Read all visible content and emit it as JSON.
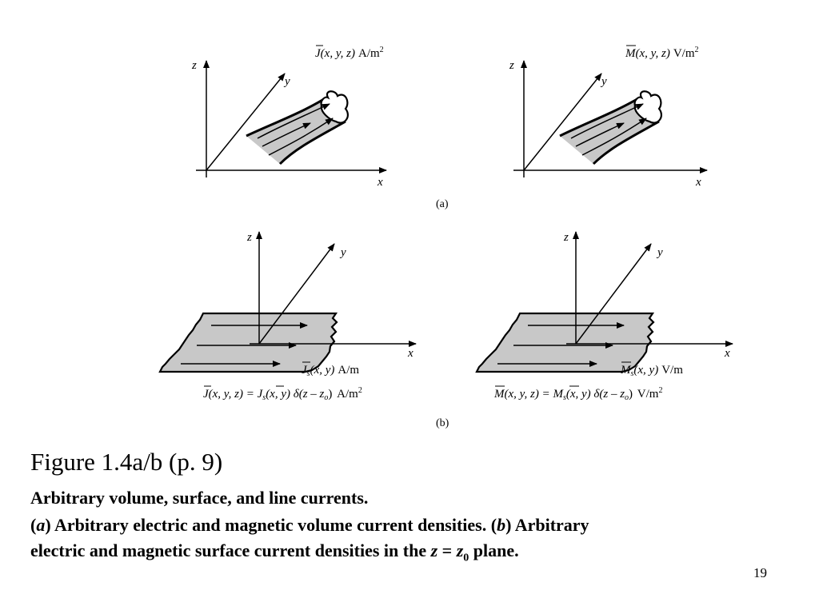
{
  "figure": {
    "axis_labels": {
      "x": "x",
      "y": "y",
      "z": "z"
    },
    "panel_a": {
      "label": "(a)",
      "left": {
        "density_prefix": "J",
        "density_args": "(x, y, z)",
        "units_base": "A/m",
        "units_exp": "2"
      },
      "right": {
        "density_prefix": "M",
        "density_args": "(x, y, z)",
        "units_base": "V/m",
        "units_exp": "2"
      }
    },
    "panel_b": {
      "label": "(b)",
      "left": {
        "surface_prefix": "J",
        "surface_sub": "s",
        "surface_args": "(x, y)",
        "surface_units": "A/m",
        "eq_lhs": "J(x, y, z) = ",
        "eq_rhs_prefix": "J",
        "eq_rhs_sub": "s",
        "eq_rhs_args": "(x, y) δ(z – z",
        "eq_rhs_sub2": "o",
        "eq_rhs_end": ") ",
        "eq_units_base": "A/m",
        "eq_units_exp": "2"
      },
      "right": {
        "surface_prefix": "M",
        "surface_sub": "s",
        "surface_args": "(x, y)",
        "surface_units": "V/m",
        "eq_lhs": "M(x, y, z) = ",
        "eq_rhs_prefix": "M",
        "eq_rhs_sub": "s",
        "eq_rhs_args": "(x, y) δ(z – z",
        "eq_rhs_sub2": "o",
        "eq_rhs_end": ") ",
        "eq_units_base": "V/m",
        "eq_units_exp": "2"
      }
    }
  },
  "caption": {
    "title": "Figure 1.4a/b  (p. 9)",
    "line1": "Arbitrary volume, surface, and line currents.",
    "line2_open": "(",
    "line2_a": "a",
    "line2_mid": ") Arbitrary electric and magnetic volume current densities. (",
    "line2_b": "b",
    "line2_end": ") Arbitrary",
    "line3_start": "electric and magnetic surface current densities in the ",
    "line3_z": "z",
    "line3_eq": " = ",
    "line3_z0": "z",
    "line3_sub": "0",
    "line3_end": " plane."
  },
  "page_number": "19"
}
